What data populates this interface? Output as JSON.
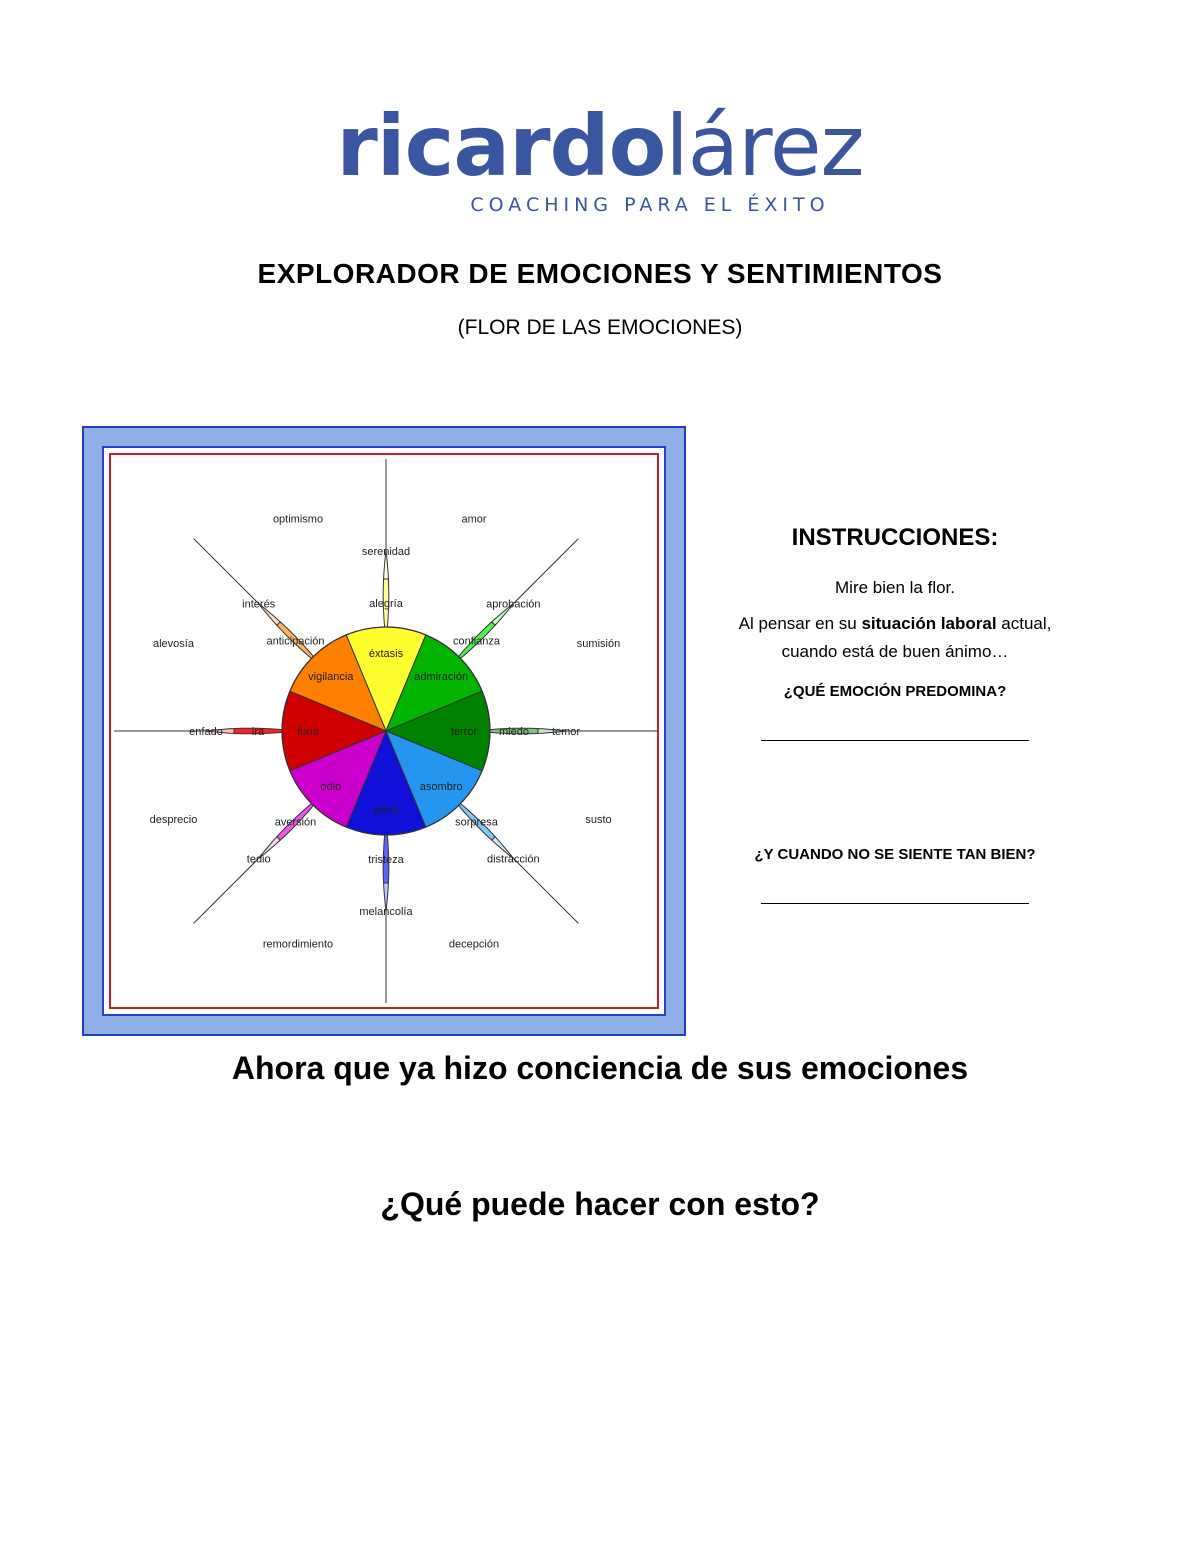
{
  "logo": {
    "part1": "ricardo",
    "part2": "lárez",
    "tagline": "COACHING PARA EL ÉXITO"
  },
  "title": "EXPLORADOR DE EMOCIONES Y SENTIMIENTOS",
  "subtitle": "(FLOR DE LAS EMOCIONES)",
  "flower": {
    "petals": [
      {
        "angle": 0,
        "colors": [
          "#ffff30",
          "#ffff99",
          "#fffde6"
        ],
        "labels": [
          "éxtasis",
          "alegría",
          "serenidad"
        ]
      },
      {
        "angle": 45,
        "colors": [
          "#00b400",
          "#55ee55",
          "#c0ffc0"
        ],
        "labels": [
          "admiración",
          "confianza",
          "aprobación"
        ]
      },
      {
        "angle": 90,
        "colors": [
          "#008200",
          "#80c480",
          "#c8e6c8"
        ],
        "labels": [
          "terror",
          "miedo",
          "temor"
        ]
      },
      {
        "angle": 135,
        "colors": [
          "#2596f0",
          "#7ec8fa",
          "#d2ecfc"
        ],
        "labels": [
          "asombro",
          "sorpresa",
          "distracción"
        ]
      },
      {
        "angle": 180,
        "colors": [
          "#1010d8",
          "#6060ff",
          "#c4c4ff"
        ],
        "labels": [
          "pena",
          "tristeza",
          "melancolía"
        ]
      },
      {
        "angle": 225,
        "colors": [
          "#cc00cc",
          "#ee55ee",
          "#fcd2fc"
        ],
        "labels": [
          "odio",
          "aversión",
          "tedio"
        ]
      },
      {
        "angle": 270,
        "colors": [
          "#d00000",
          "#ff2020",
          "#ffc0c0"
        ],
        "labels": [
          "furia",
          "ira",
          "enfado"
        ]
      },
      {
        "angle": 315,
        "colors": [
          "#ff7f00",
          "#ffb060",
          "#ffdcbc"
        ],
        "labels": [
          "vigilancia",
          "anticipación",
          "interés"
        ]
      }
    ],
    "dyads": [
      {
        "angle": 22.5,
        "label": "amor"
      },
      {
        "angle": 67.5,
        "label": "sumisión"
      },
      {
        "angle": 112.5,
        "label": "susto"
      },
      {
        "angle": 157.5,
        "label": "decepción"
      },
      {
        "angle": 202.5,
        "label": "remordimiento"
      },
      {
        "angle": 247.5,
        "label": "desprecio"
      },
      {
        "angle": 292.5,
        "label": "alevosía"
      },
      {
        "angle": 337.5,
        "label": "optimismo"
      }
    ]
  },
  "instructions": {
    "title": "INSTRUCCIONES:",
    "line1": "Mire bien la flor.",
    "line2_pre": "Al pensar en su ",
    "line2_bold": "situación laboral",
    "line2_post": " actual,",
    "line3": "cuando está de buen ánimo…",
    "question1": "¿QUÉ EMOCIÓN PREDOMINA?",
    "question2": "¿Y CUANDO NO SE SIENTE TAN BIEN?"
  },
  "heading1": "Ahora que ya hizo conciencia de sus emociones",
  "heading2": "¿Qué puede hacer con esto?"
}
